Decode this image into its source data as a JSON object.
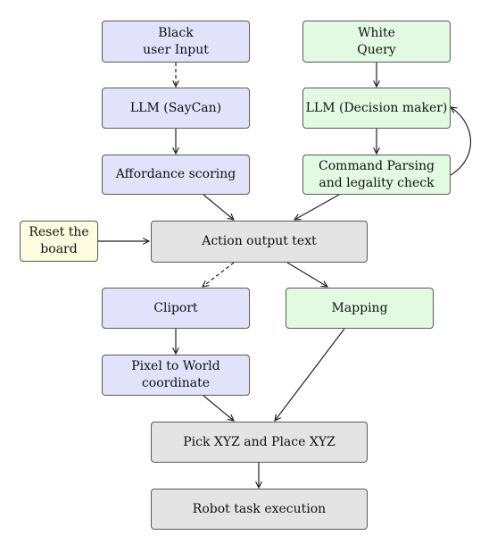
{
  "nodes": {
    "black_input": "Black\nuser Input",
    "white_query": "White\nQuery",
    "llm_saycan": "LLM (SayCan)",
    "llm_decision": "LLM (Decision maker)",
    "affordance": "Affordance scoring",
    "command_parsing": "Command Parsing\nand legality check",
    "reset_board": "Reset the\nboard",
    "action_output": "Action output text",
    "cliport": "Cliport",
    "mapping": "Mapping",
    "pixel_world": "Pixel to World\ncoordinate",
    "pick_place": "Pick XYZ and Place XYZ",
    "robot_exec": "Robot task execution"
  },
  "colors": {
    "blue": "#e2e2fb",
    "green": "#e2fae2",
    "grey": "#e4e4e4",
    "yellow": "#fdfbe0",
    "stroke": "#5a5a5a"
  }
}
